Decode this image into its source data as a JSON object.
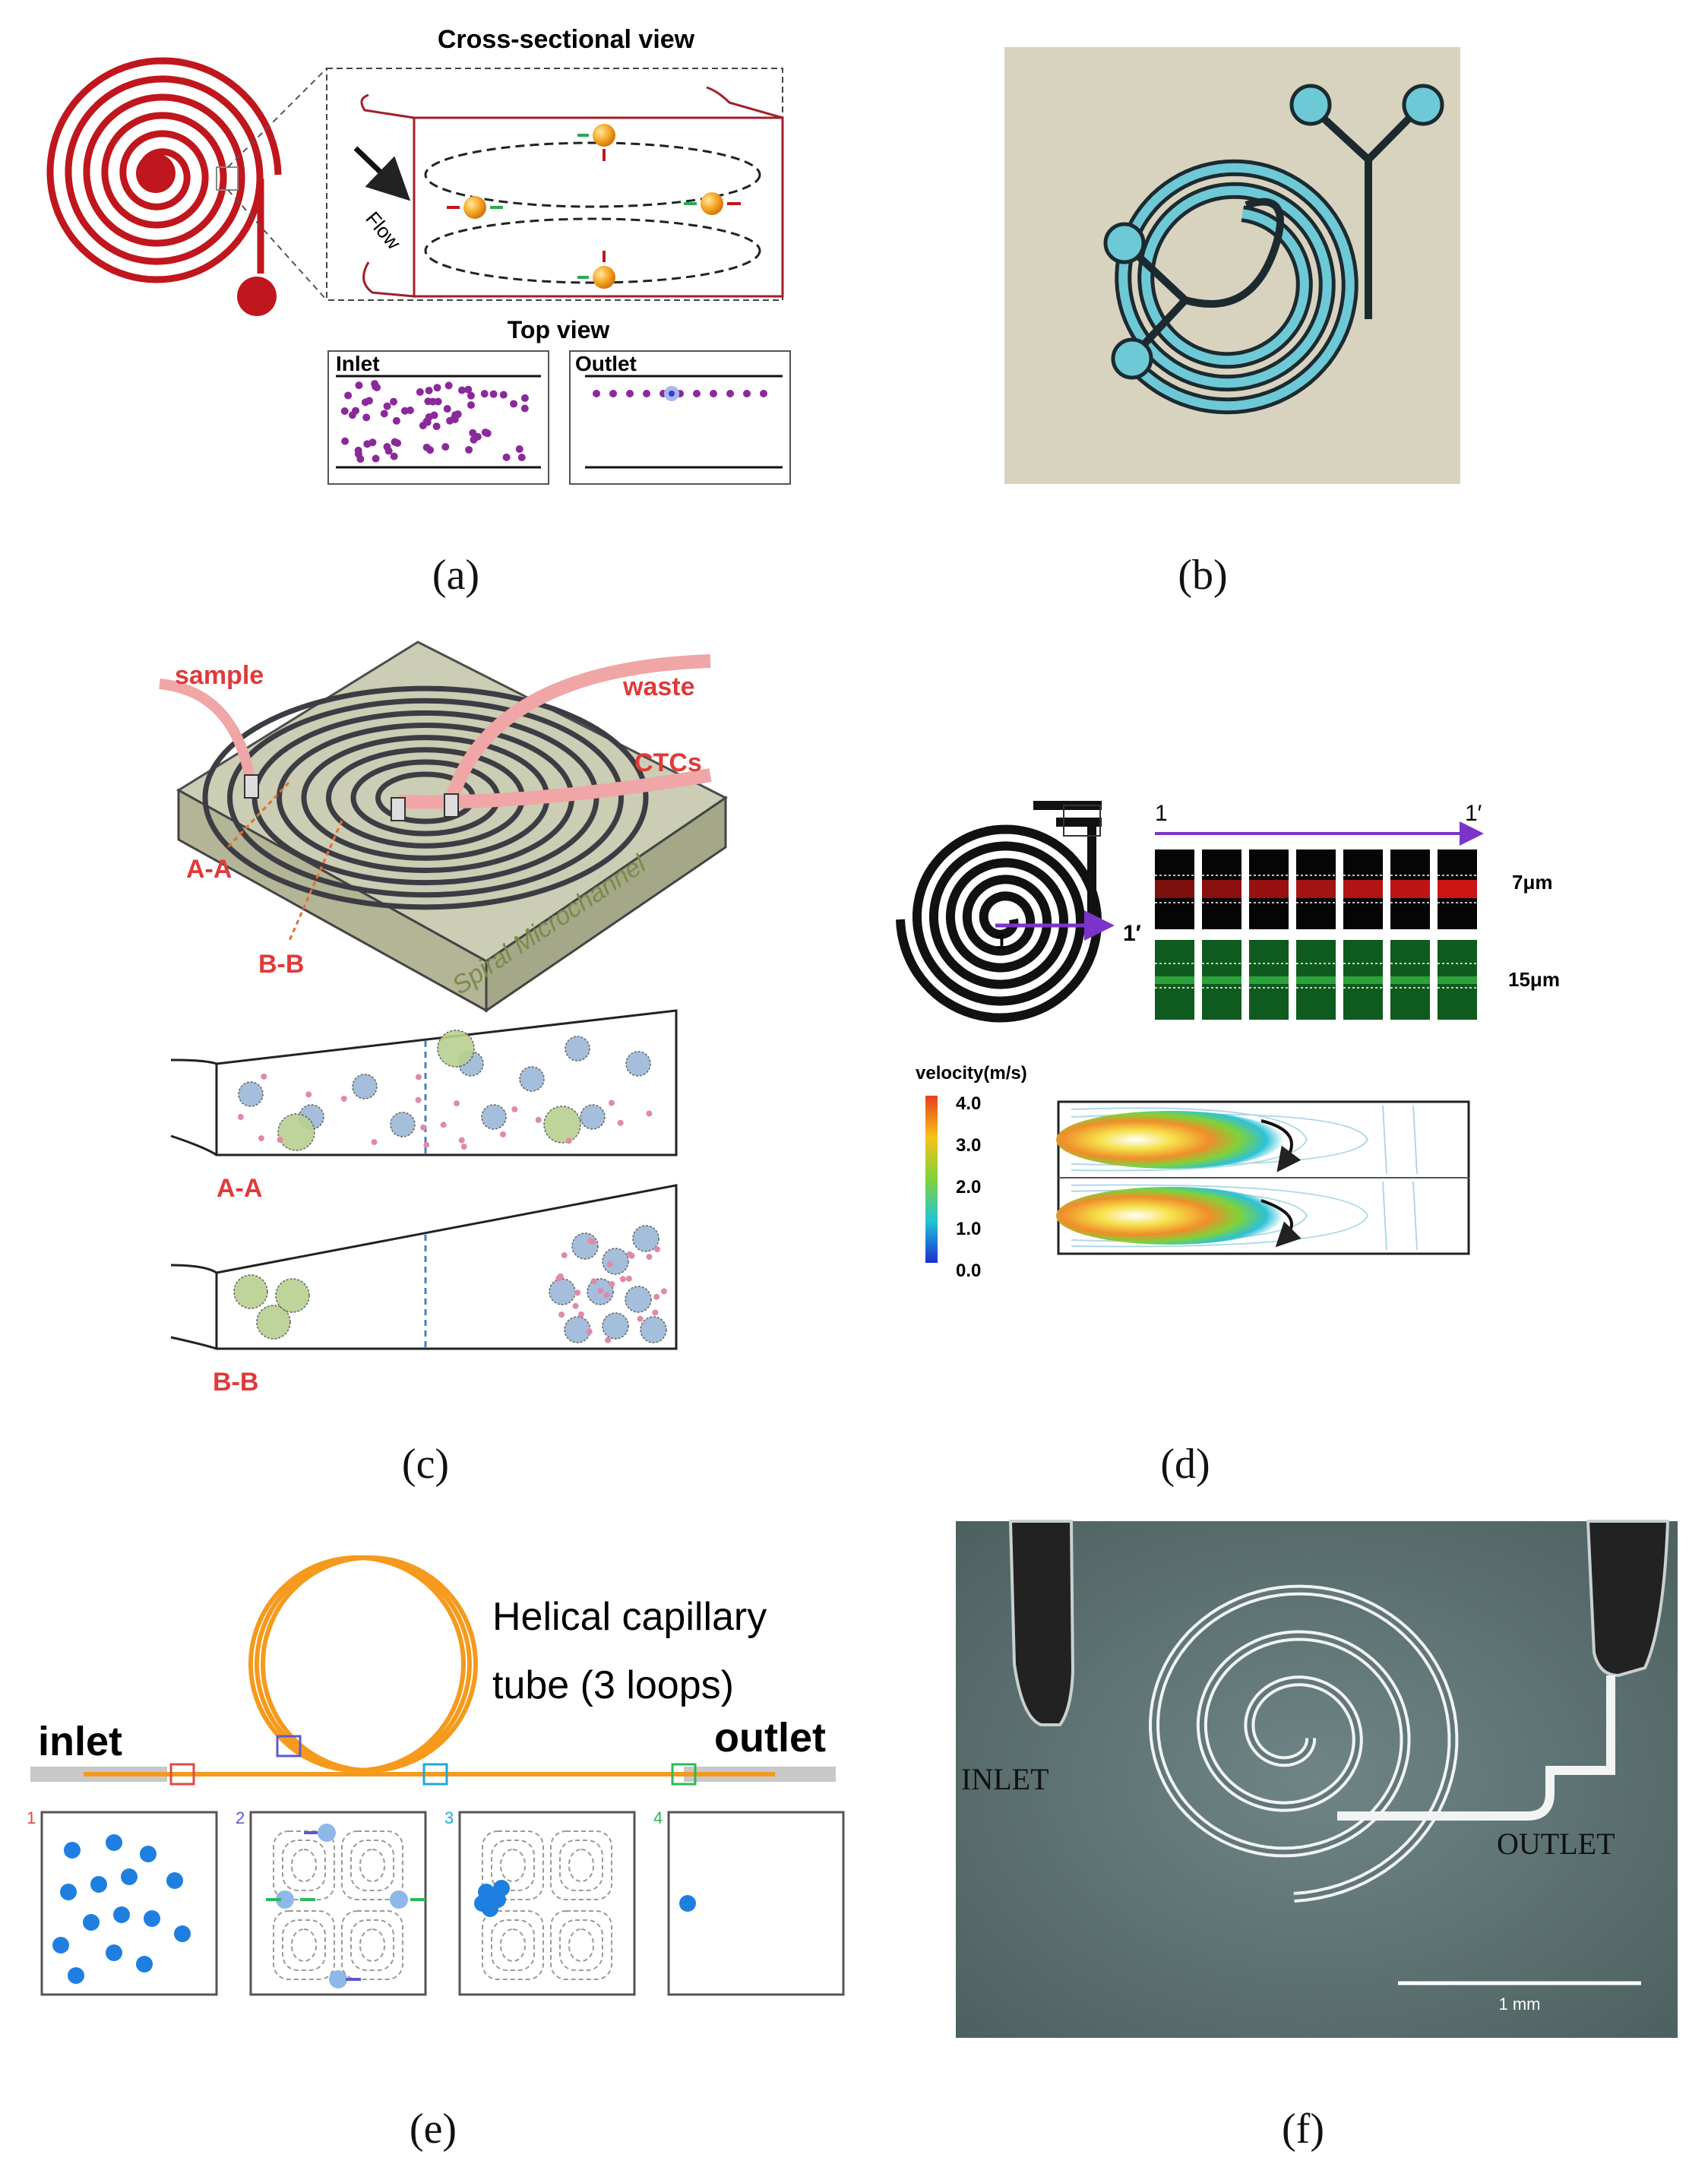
{
  "panels": {
    "a": {
      "caption": "(a)",
      "cross_title": "Cross-sectional view",
      "flow_label": "Flow",
      "top_title": "Top view",
      "inlet_label": "Inlet",
      "outlet_label": "Outlet"
    },
    "b": {
      "caption": "(b)"
    },
    "c": {
      "caption": "(c)",
      "sample_label": "sample",
      "waste_label": "waste",
      "ctcs_label": "CTCs",
      "aa_label": "A-A",
      "bb_label": "B-B",
      "channel_label": "Spiral Microchannel",
      "aa_section_label": "A-A",
      "bb_section_label": "B-B"
    },
    "d": {
      "caption": "(d)",
      "start_label": "1",
      "end_label": "1′",
      "spiral_start": "1",
      "spiral_end": "1′",
      "size_small": "7μm",
      "size_large": "15μm",
      "velocity_title": "velocity(m/s)",
      "velocity_ticks": [
        "4.0",
        "3.0",
        "2.0",
        "1.0",
        "0.0"
      ]
    },
    "e": {
      "caption": "(e)",
      "tube_label_line1": "Helical capillary",
      "tube_label_line2": "tube (3 loops)",
      "inlet_label": "inlet",
      "outlet_label": "outlet",
      "box_numbers": [
        "1",
        "2",
        "3",
        "4"
      ]
    },
    "f": {
      "caption": "(f)",
      "inlet_label": "INLET",
      "outlet_label": "OUTLET",
      "scale_label": "1 mm"
    }
  },
  "colors": {
    "spiral_red": "#c0161d",
    "channel_cyan": "#6ec9d6",
    "panel_b_bg": "#d8d3bf",
    "label_red": "#e03a3a",
    "chip_olive": "#c9cbb0",
    "tube_orange": "#f59a1c",
    "particle_blue": "#1e7fe0",
    "micro_gray": "#5f7373"
  }
}
